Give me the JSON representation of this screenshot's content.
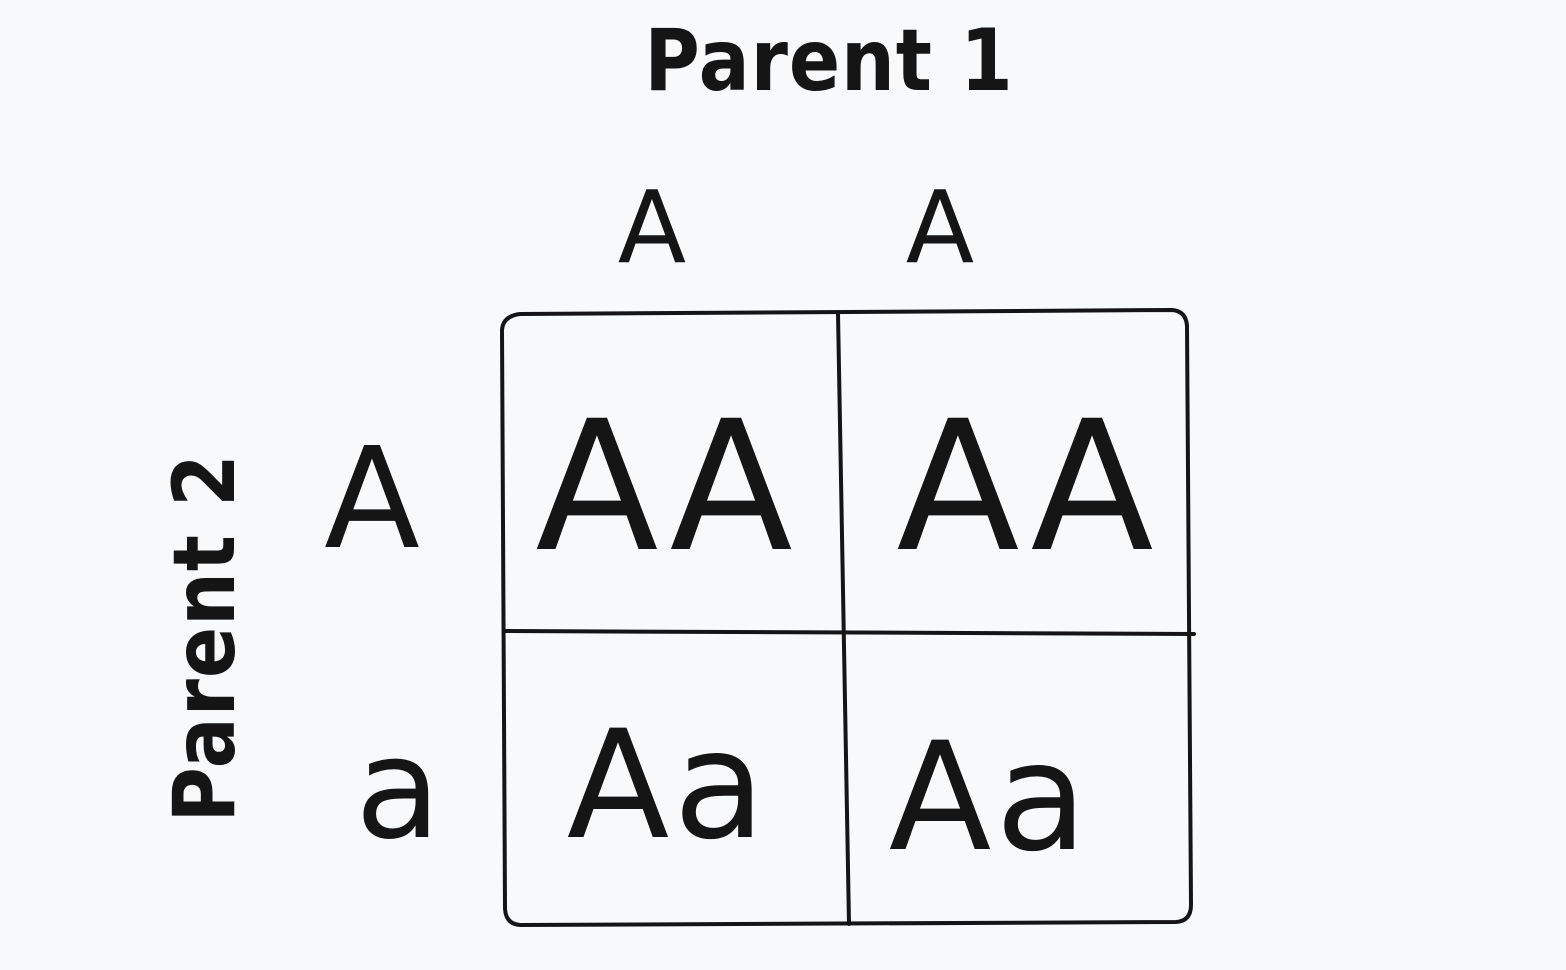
{
  "parent1": {
    "label": "Parent 1",
    "alleles": [
      "A",
      "A"
    ]
  },
  "parent2": {
    "label": "Parent 2",
    "alleles": [
      "A",
      "a"
    ]
  },
  "grid": {
    "rows": [
      [
        "AA",
        "AA"
      ],
      [
        "Aa",
        "Aa"
      ]
    ]
  },
  "colors": {
    "background": "#f8f9fb",
    "ink": "#151515"
  }
}
